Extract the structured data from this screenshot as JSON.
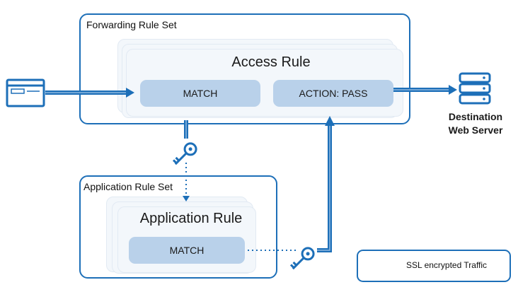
{
  "forwarding_set": {
    "title": "Forwarding Rule Set"
  },
  "access_rule": {
    "title": "Access Rule",
    "match_label": "MATCH",
    "action_label": "ACTION: PASS"
  },
  "application_set": {
    "title": "Application Rule Set"
  },
  "application_rule": {
    "title": "Application Rule",
    "match_label": "MATCH"
  },
  "destination": {
    "line1": "Destination",
    "line2": "Web Server"
  },
  "legend": {
    "label": "SSL encrypted Traffic"
  },
  "icons": {
    "client": "browser-window-icon",
    "server": "server-stack-icon",
    "key": "key-icon"
  },
  "colors": {
    "accent": "#1d6fb8",
    "pill": "#b9d1ea",
    "stack_bg": "#f3f7fb"
  }
}
